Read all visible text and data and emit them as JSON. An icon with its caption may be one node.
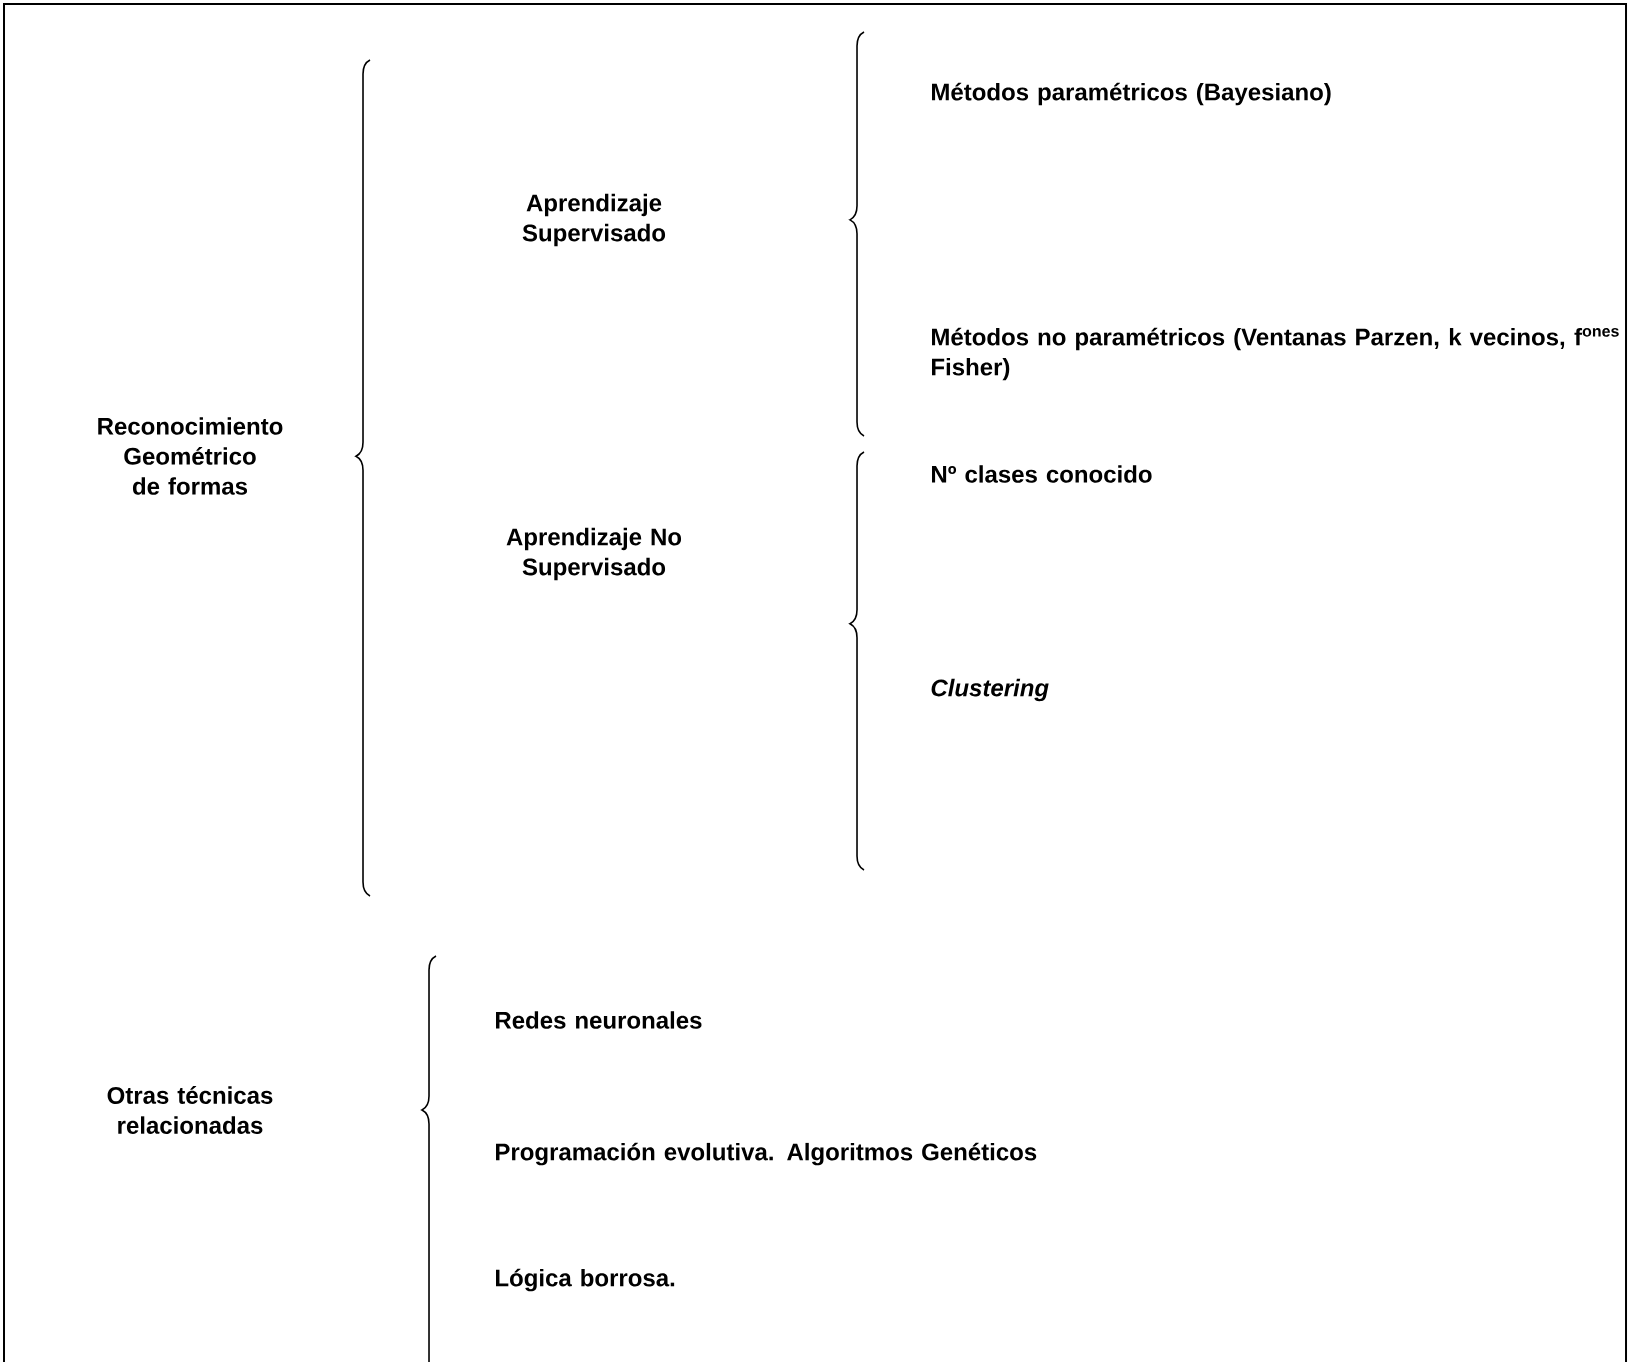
{
  "diagram": {
    "labels": [
      "Reconocimiento Geométrico de formas",
      "Aprendizaje Supervisado",
      "Métodos paramétricos (Bayesiano)",
      "Métodos no paramétricos (Ventanas Parzen, k vecinos, f$^{ones}$ Fisher)",
      "Aprendizaje No Supervisado",
      "Nº clases conocido",
      "*Clustering*",
      "Otras técnicas relacionadas",
      "Redes neuronales",
      "Programación evolutiva. Algoritmos Genéticos",
      "Lógica borrosa."
    ]
  }
}
